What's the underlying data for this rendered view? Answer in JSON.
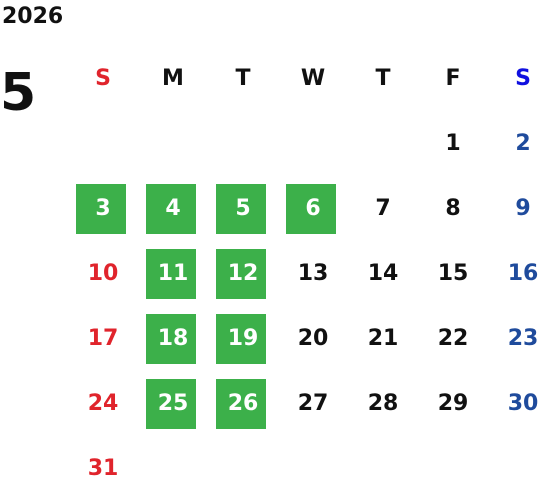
{
  "year": "2026",
  "month": "5",
  "weekday_headers": [
    "S",
    "M",
    "T",
    "W",
    "T",
    "F",
    "S"
  ],
  "first_weekday_index": 5,
  "days": [
    {
      "label": "1",
      "holiday": false
    },
    {
      "label": "2",
      "holiday": false
    },
    {
      "label": "3",
      "holiday": true
    },
    {
      "label": "4",
      "holiday": true
    },
    {
      "label": "5",
      "holiday": true
    },
    {
      "label": "6",
      "holiday": true
    },
    {
      "label": "7",
      "holiday": false
    },
    {
      "label": "8",
      "holiday": false
    },
    {
      "label": "9",
      "holiday": false
    },
    {
      "label": "10",
      "holiday": false
    },
    {
      "label": "11",
      "holiday": true
    },
    {
      "label": "12",
      "holiday": true
    },
    {
      "label": "13",
      "holiday": false
    },
    {
      "label": "14",
      "holiday": false
    },
    {
      "label": "15",
      "holiday": false
    },
    {
      "label": "16",
      "holiday": false
    },
    {
      "label": "17",
      "holiday": false
    },
    {
      "label": "18",
      "holiday": true
    },
    {
      "label": "19",
      "holiday": true
    },
    {
      "label": "20",
      "holiday": false
    },
    {
      "label": "21",
      "holiday": false
    },
    {
      "label": "22",
      "holiday": false
    },
    {
      "label": "23",
      "holiday": false
    },
    {
      "label": "24",
      "holiday": false
    },
    {
      "label": "25",
      "holiday": true
    },
    {
      "label": "26",
      "holiday": true
    },
    {
      "label": "27",
      "holiday": false
    },
    {
      "label": "28",
      "holiday": false
    },
    {
      "label": "29",
      "holiday": false
    },
    {
      "label": "30",
      "holiday": false
    },
    {
      "label": "31",
      "holiday": false
    }
  ],
  "colors": {
    "sunday_text": "#e0242c",
    "saturday_header": "#1010e0",
    "saturday_text": "#1f4b9c",
    "holiday_fill": "#3cb04a",
    "holiday_text": "#ffffff",
    "default_text": "#111111"
  }
}
